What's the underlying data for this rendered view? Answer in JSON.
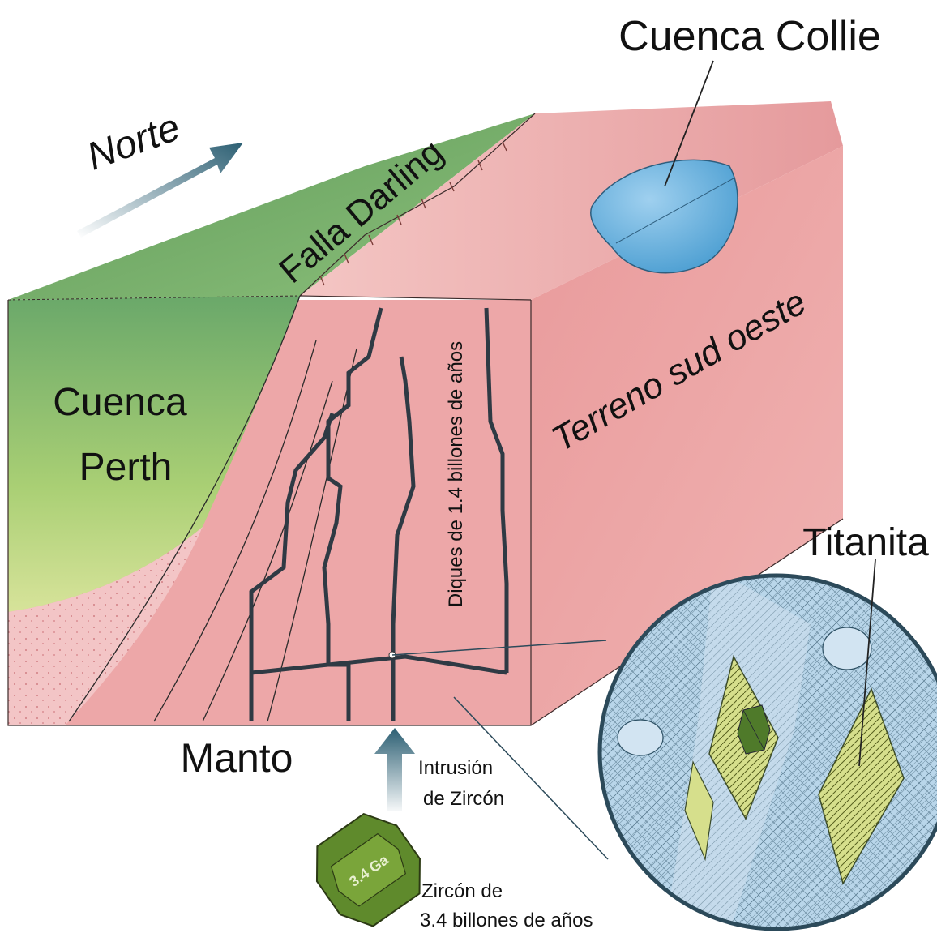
{
  "labels": {
    "north": "Norte",
    "darling_fault": "Falla Darling",
    "collie_basin": "Cuenca Collie",
    "southwest_terrane": "Terreno sud oeste",
    "perth_basin_line1": "Cuenca",
    "perth_basin_line2": "Perth",
    "dikes": "Diques de 1.4 billones de años",
    "titanite": "Titanita",
    "mantle": "Manto",
    "intrusion_line1": "Intrusión",
    "intrusion_line2": "de Zircón",
    "zircon_age": "3.4 Ga",
    "zircon_line1": "Zircón de",
    "zircon_line2": "3.4 billones de años"
  },
  "colors": {
    "perth_green": "#7fb66a",
    "pink_block": "#e89a9c",
    "pink_light": "#f3c0c0",
    "collie_blue": "#6fb2dc",
    "dike_dark": "#2f3a44",
    "zircon_green": "#5f8a2c",
    "arrow_teal": "#2c5f73",
    "lens_blue": "#b9d6ea",
    "titanite_yellow": "#d6df8c"
  }
}
